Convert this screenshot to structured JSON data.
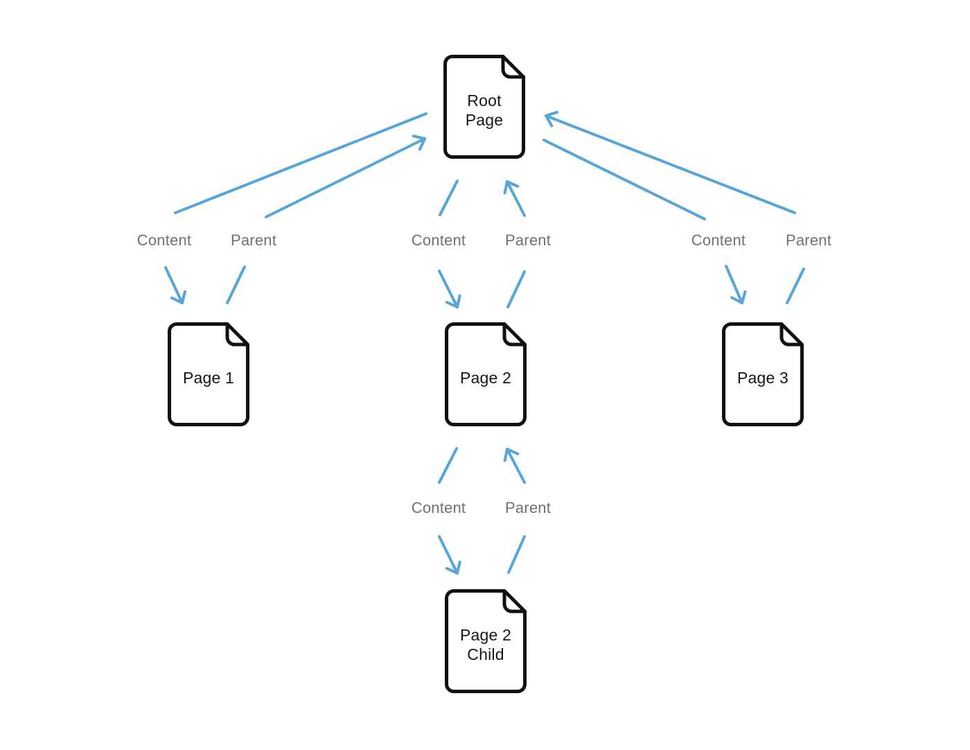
{
  "diagram": {
    "type": "page-hierarchy",
    "colors": {
      "arrow": "#55a5da",
      "edge_label": "#6d7175",
      "node_border": "#111111",
      "node_text": "#161616",
      "background": "#ffffff"
    },
    "nodes": {
      "root": {
        "label": "Root Page",
        "lines": [
          "Root",
          "Page"
        ]
      },
      "page1": {
        "label": "Page 1",
        "lines": [
          "Page 1"
        ]
      },
      "page2": {
        "label": "Page 2",
        "lines": [
          "Page 2"
        ]
      },
      "page3": {
        "label": "Page 3",
        "lines": [
          "Page 3"
        ]
      },
      "page2_child": {
        "label": "Page 2 Child",
        "lines": [
          "Page 2",
          "Child"
        ]
      }
    },
    "edges": [
      {
        "from": "Root Page",
        "to": "Page 1",
        "label": "Content"
      },
      {
        "from": "Page 1",
        "to": "Root Page",
        "label": "Parent"
      },
      {
        "from": "Root Page",
        "to": "Page 2",
        "label": "Content"
      },
      {
        "from": "Page 2",
        "to": "Root Page",
        "label": "Parent"
      },
      {
        "from": "Root Page",
        "to": "Page 3",
        "label": "Content"
      },
      {
        "from": "Page 3",
        "to": "Root Page",
        "label": "Parent"
      },
      {
        "from": "Page 2",
        "to": "Page 2 Child",
        "label": "Content"
      },
      {
        "from": "Page 2 Child",
        "to": "Page 2",
        "label": "Parent"
      }
    ]
  }
}
